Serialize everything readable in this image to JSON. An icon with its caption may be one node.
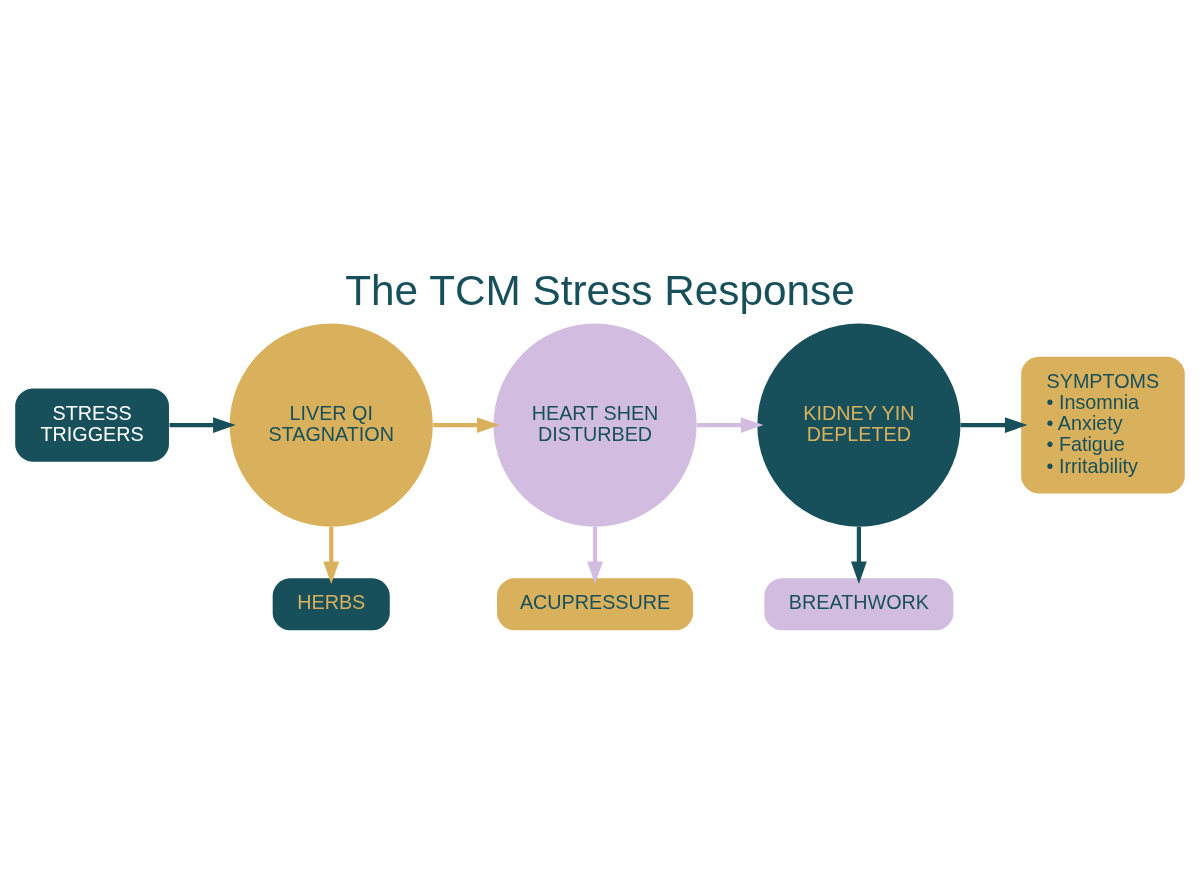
{
  "diagram": {
    "title": "The TCM Stress Response",
    "nodes": [
      {
        "text": [
          "STRESS TRIGGERS"
        ]
      },
      {
        "text": [
          "LIVER QI STAGNATION"
        ]
      },
      {
        "text": [
          "HEART SHEN DISTURBED"
        ]
      },
      {
        "text": [
          "KIDNEY YIN DEPLETED"
        ]
      },
      {
        "text": [
          "SYMPTOMS",
          "• Insomnia",
          "• Anxiety",
          "• Fatigue",
          "• Irritability"
        ]
      },
      {
        "text": [
          "HERBS"
        ]
      },
      {
        "text": [
          "ACUPRESSURE"
        ]
      },
      {
        "text": [
          "BREATHWORK"
        ]
      }
    ],
    "edges": [
      {
        "from": 0,
        "to": 1,
        "arrow": "to"
      },
      {
        "from": 1,
        "to": 2,
        "arrow": "to",
        "color": "#d9b15c"
      },
      {
        "from": 2,
        "to": 3,
        "arrow": "to",
        "color": "#d2bde0"
      },
      {
        "from": 3,
        "to": 4,
        "arrow": "to"
      },
      {
        "from": 1,
        "to": 5,
        "arrow": "to",
        "color": "#d9b15c"
      },
      {
        "from": 2,
        "to": 6,
        "arrow": "to",
        "color": "#d2bde0"
      },
      {
        "from": 3,
        "to": 7,
        "arrow": "to"
      }
    ]
  }
}
